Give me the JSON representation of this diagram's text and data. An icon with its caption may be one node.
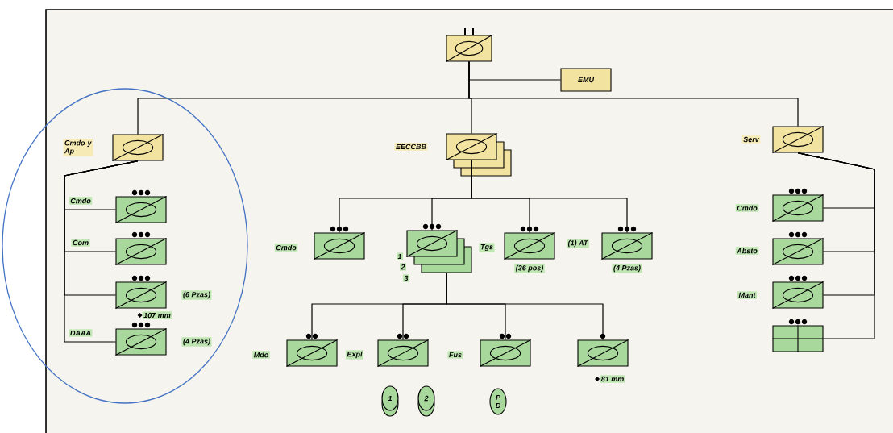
{
  "diagram": {
    "nodes": [
      {
        "text": [],
        "shape": "box"
      },
      {
        "text": [
          "EMU"
        ]
      },
      {
        "text": [],
        "shape": "box",
        "beside": [
          "Cmdo y Ap"
        ]
      },
      {
        "text": [],
        "shape": "box",
        "beside": [
          "EECCBB"
        ]
      },
      {
        "text": [],
        "shape": "box",
        "beside": [
          "Serv"
        ]
      },
      {
        "text": [],
        "shape": "box",
        "beside": [
          "Cmdo"
        ]
      },
      {
        "text": [],
        "shape": "box",
        "beside": [
          "Com"
        ]
      },
      {
        "text": [],
        "shape": "box",
        "beside": [
          "(6 Pzas)",
          "107 mm"
        ]
      },
      {
        "text": [],
        "shape": "box",
        "beside": [
          "DAAA",
          "(4 Pzas)"
        ]
      },
      {
        "text": [],
        "shape": "box",
        "beside": [
          "Cmdo"
        ]
      },
      {
        "text": [],
        "shape": "box",
        "beside": [
          "1",
          "2",
          "3"
        ]
      },
      {
        "text": [],
        "shape": "box",
        "beside": [
          "Tgs",
          "(36 pos)"
        ]
      },
      {
        "text": [],
        "shape": "box",
        "beside": [
          "(1) AT",
          "(4 Pzas)"
        ]
      },
      {
        "text": [],
        "shape": "box",
        "beside": [
          "Mdo"
        ]
      },
      {
        "text": [],
        "shape": "box",
        "beside": [
          "Expl"
        ]
      },
      {
        "text": [],
        "shape": "box",
        "beside": [
          "Fus"
        ]
      },
      {
        "text": [],
        "shape": "box",
        "beside": [
          "81 mm"
        ]
      },
      {
        "text": [],
        "shape": "box",
        "beside": [
          "Cmdo"
        ]
      },
      {
        "text": [],
        "shape": "box",
        "beside": [
          "Absto"
        ]
      },
      {
        "text": [],
        "shape": "box",
        "beside": [
          "Mant"
        ]
      },
      {
        "text": [],
        "shape": "box"
      },
      {
        "text": [
          "1"
        ]
      },
      {
        "text": [
          "2"
        ]
      },
      {
        "text": [
          "P D"
        ]
      }
    ],
    "edges": [
      {
        "from": 0,
        "to": 1,
        "arrow": "none"
      },
      {
        "from": 0,
        "to": 2,
        "arrow": "none"
      },
      {
        "from": 0,
        "to": 3,
        "arrow": "none"
      },
      {
        "from": 0,
        "to": 4,
        "arrow": "none"
      },
      {
        "from": 2,
        "to": 5,
        "arrow": "none"
      },
      {
        "from": 2,
        "to": 6,
        "arrow": "none"
      },
      {
        "from": 2,
        "to": 7,
        "arrow": "none"
      },
      {
        "from": 2,
        "to": 8,
        "arrow": "none"
      },
      {
        "from": 3,
        "to": 9,
        "arrow": "none"
      },
      {
        "from": 3,
        "to": 10,
        "arrow": "none"
      },
      {
        "from": 3,
        "to": 11,
        "arrow": "none"
      },
      {
        "from": 3,
        "to": 12,
        "arrow": "none"
      },
      {
        "from": 10,
        "to": 13,
        "arrow": "none"
      },
      {
        "from": 10,
        "to": 14,
        "arrow": "none"
      },
      {
        "from": 10,
        "to": 15,
        "arrow": "none"
      },
      {
        "from": 10,
        "to": 16,
        "arrow": "none"
      },
      {
        "from": 4,
        "to": 17,
        "arrow": "none"
      },
      {
        "from": 4,
        "to": 18,
        "arrow": "none"
      },
      {
        "from": 4,
        "to": 19,
        "arrow": "none"
      },
      {
        "from": 4,
        "to": 20,
        "arrow": "none"
      }
    ]
  }
}
